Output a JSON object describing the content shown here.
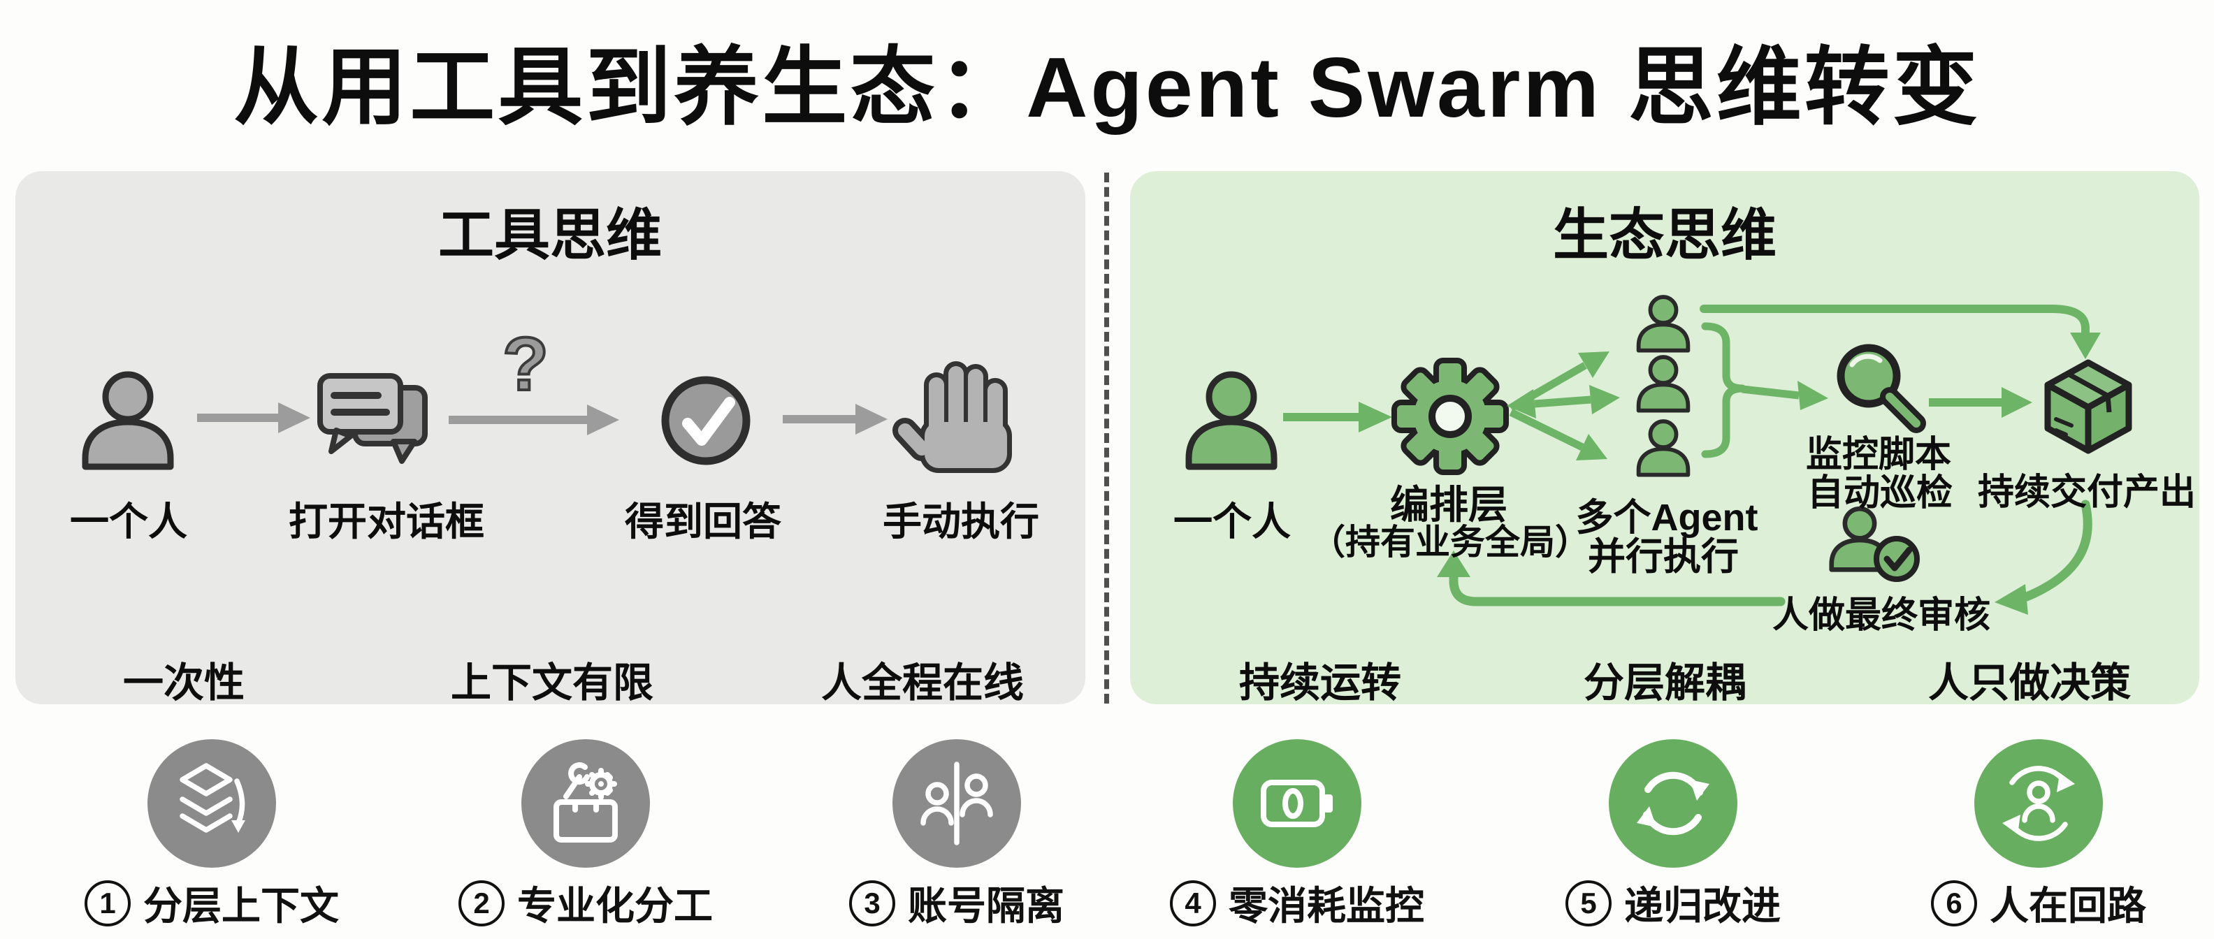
{
  "title": "从用工具到养生态：Agent Swarm 思维转变",
  "colors": {
    "left_panel_bg": "#e9e9e7",
    "right_panel_bg": "#ddefd7",
    "gray_icon": "#ababab",
    "gray_arrow": "#9c9c9c",
    "green_icon": "#7cb873",
    "green_arrow": "#6db467",
    "gray_badge": "#8b8b8b",
    "green_badge": "#68ae60"
  },
  "left_panel": {
    "title": "工具思维",
    "question_mark": "?",
    "steps": [
      {
        "icon": "person-icon",
        "label": "一个人"
      },
      {
        "icon": "chat-bubbles-icon",
        "label": "打开对话框"
      },
      {
        "icon": "check-circle-icon",
        "label": "得到回答"
      },
      {
        "icon": "hand-icon",
        "label": "手动执行"
      }
    ],
    "footnotes": [
      "一次性",
      "上下文有限",
      "人全程在线"
    ]
  },
  "right_panel": {
    "title": "生态思维",
    "person_label": "一个人",
    "orchestrator_label": "编排层",
    "orchestrator_sublabel": "（持有业务全局）",
    "agents_label_line1": "多个Agent",
    "agents_label_line2": "并行执行",
    "monitor_label_line1": "监控脚本",
    "monitor_label_line2": "自动巡检",
    "delivery_label": "持续交付产出",
    "review_label": "人做最终审核",
    "footnotes": [
      "持续运转",
      "分层解耦",
      "人只做决策"
    ]
  },
  "legend": [
    {
      "num": "1",
      "label": "分层上下文"
    },
    {
      "num": "2",
      "label": "专业化分工"
    },
    {
      "num": "3",
      "label": "账号隔离"
    },
    {
      "num": "4",
      "label": "零消耗监控"
    },
    {
      "num": "5",
      "label": "递归改进"
    },
    {
      "num": "6",
      "label": "人在回路"
    }
  ]
}
